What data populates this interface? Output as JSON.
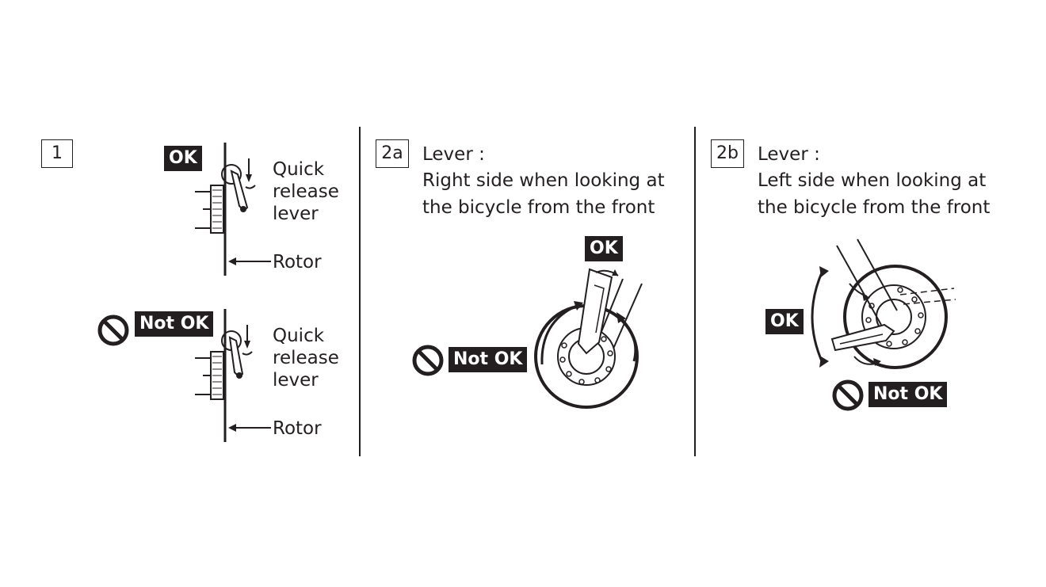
{
  "panel1": {
    "step": "1",
    "ok_label": "OK",
    "notok_label": "Not OK",
    "top_callout_lines": [
      "Quick",
      "release",
      "lever"
    ],
    "top_rotor": "Rotor",
    "bottom_callout_lines": [
      "Quick",
      "release",
      "lever"
    ],
    "bottom_rotor": "Rotor"
  },
  "panel2a": {
    "step": "2a",
    "heading": "Lever :",
    "desc_lines": [
      "Right side when looking at",
      "the bicycle from the front"
    ],
    "ok_label": "OK",
    "notok_label": "Not OK"
  },
  "panel2b": {
    "step": "2b",
    "heading": "Lever :",
    "desc_lines": [
      "Left side when looking at",
      "the bicycle from the front"
    ],
    "ok_label": "OK",
    "notok_label": "Not OK"
  },
  "icons": {
    "prohibit": "prohibition-icon",
    "arrow": "arrow-icon"
  }
}
